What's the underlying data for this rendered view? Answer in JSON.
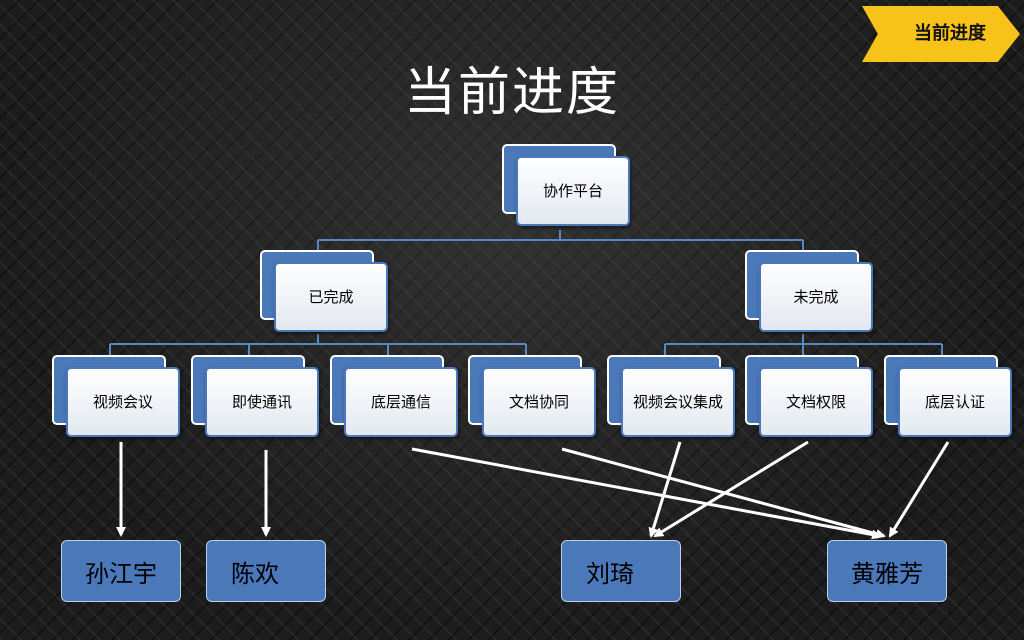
{
  "slide": {
    "title": "当前进度"
  },
  "tag": {
    "label": "当前进度"
  },
  "nodes": {
    "root": "协作平台",
    "done": "已完成",
    "todo": "未完成",
    "done_items": [
      "视频会议",
      "即使通讯",
      "底层通信",
      "文档协同"
    ],
    "todo_items": [
      "视频会议集成",
      "文档权限",
      "底层认证"
    ]
  },
  "people": [
    "孙江宇",
    "陈欢",
    "刘琦",
    "黄雅芳"
  ],
  "colors": {
    "tag": "#f7c21a",
    "node_blue": "#4a78b8",
    "node_face": "#ffffff",
    "title": "#ffffff",
    "arrow": "#ffffff"
  }
}
